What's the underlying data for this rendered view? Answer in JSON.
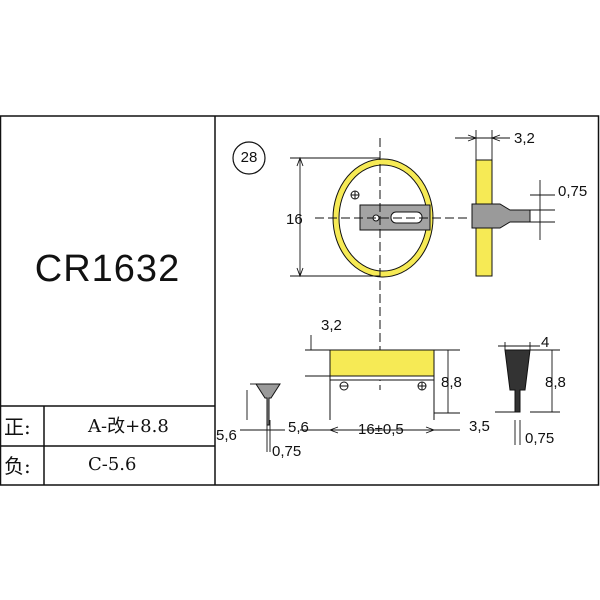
{
  "model": "CR1632",
  "drawing_number": "28",
  "rows": [
    {
      "key": "正:",
      "value": "A-改+8.8"
    },
    {
      "key": "负:",
      "value": "C-5.6"
    }
  ],
  "dimensions": {
    "top_tab_thickness": "3,2",
    "side_tab_thickness": "0,75",
    "diameter": "16",
    "side_tab_lead": "3,2",
    "side_height": "8,8",
    "width_tol": "16±0,5",
    "neg_height": "5,6",
    "neg_tab": "5,6",
    "neg_lead": "0,75",
    "right_width": "4",
    "right_height": "8,8",
    "right_tab": "3,5",
    "right_lead": "0,75"
  },
  "symbols": {
    "positive": "⊕",
    "negative": "⊖"
  },
  "colors": {
    "battery": "#f6ea55",
    "tab": "#9a9a9a",
    "line": "#111111"
  }
}
